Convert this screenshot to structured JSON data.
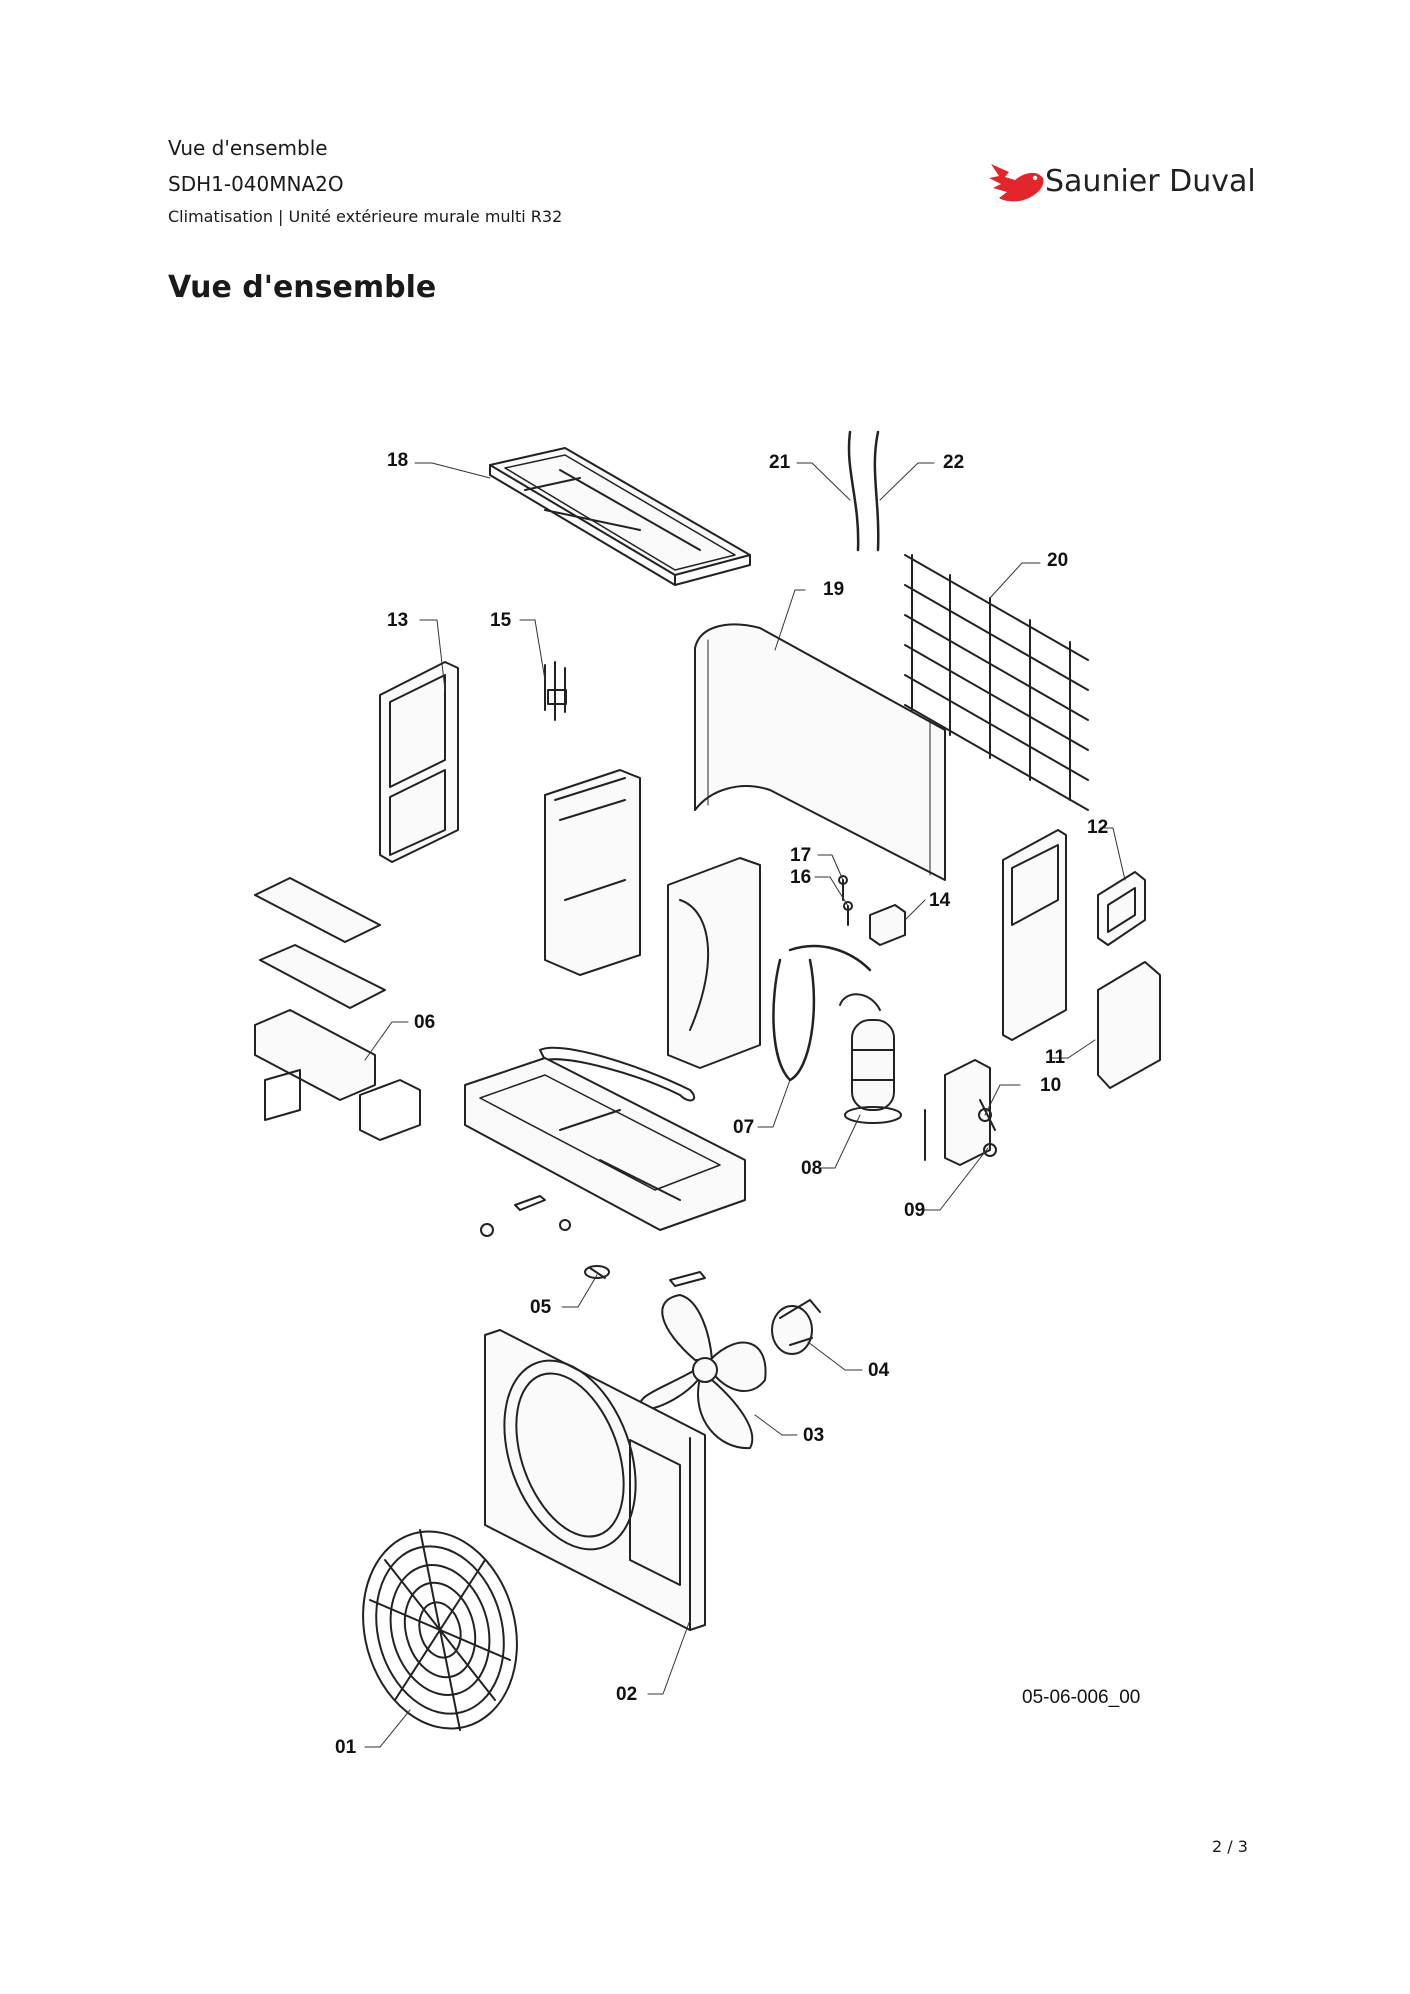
{
  "header": {
    "title": "Vue d'ensemble",
    "model": "SDH1-040MNA2O",
    "subtitle": "Climatisation | Unité extérieure murale multi R32"
  },
  "brand": {
    "name": "Saunier Duval",
    "color": "#e3262b"
  },
  "page_title": "Vue d'ensemble",
  "diagram": {
    "reference_code": "05-06-006_00",
    "callouts": [
      "01",
      "02",
      "03",
      "04",
      "05",
      "06",
      "07",
      "08",
      "09",
      "10",
      "11",
      "12",
      "13",
      "14",
      "15",
      "16",
      "17",
      "18",
      "19",
      "20",
      "21",
      "22"
    ]
  },
  "footer": {
    "page": "2 / 3"
  }
}
